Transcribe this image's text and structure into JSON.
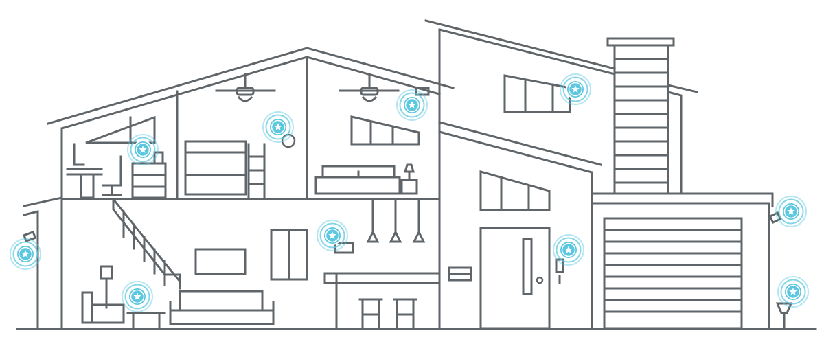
{
  "colors": {
    "line": "#5f6569",
    "marker_fill": "#5bc8df",
    "marker_ring": "#5bc8df",
    "marker_star": "#ffffff",
    "background": "#ffffff"
  },
  "icons": {
    "marker": "star-badge-icon"
  },
  "markers": [
    {
      "id": "left-wall-camera",
      "icon": "star-badge-icon"
    },
    {
      "id": "living-room-lamp",
      "icon": "star-badge-icon"
    },
    {
      "id": "office-desk",
      "icon": "star-badge-icon"
    },
    {
      "id": "bunk-room-smoke-detector",
      "icon": "star-badge-icon"
    },
    {
      "id": "bedroom-wall",
      "icon": "star-badge-icon"
    },
    {
      "id": "hallway-thermostat",
      "icon": "star-badge-icon"
    },
    {
      "id": "upper-window",
      "icon": "star-badge-icon"
    },
    {
      "id": "front-door-lock",
      "icon": "star-badge-icon"
    },
    {
      "id": "garage-camera",
      "icon": "star-badge-icon"
    },
    {
      "id": "garage-light",
      "icon": "star-badge-icon"
    }
  ]
}
